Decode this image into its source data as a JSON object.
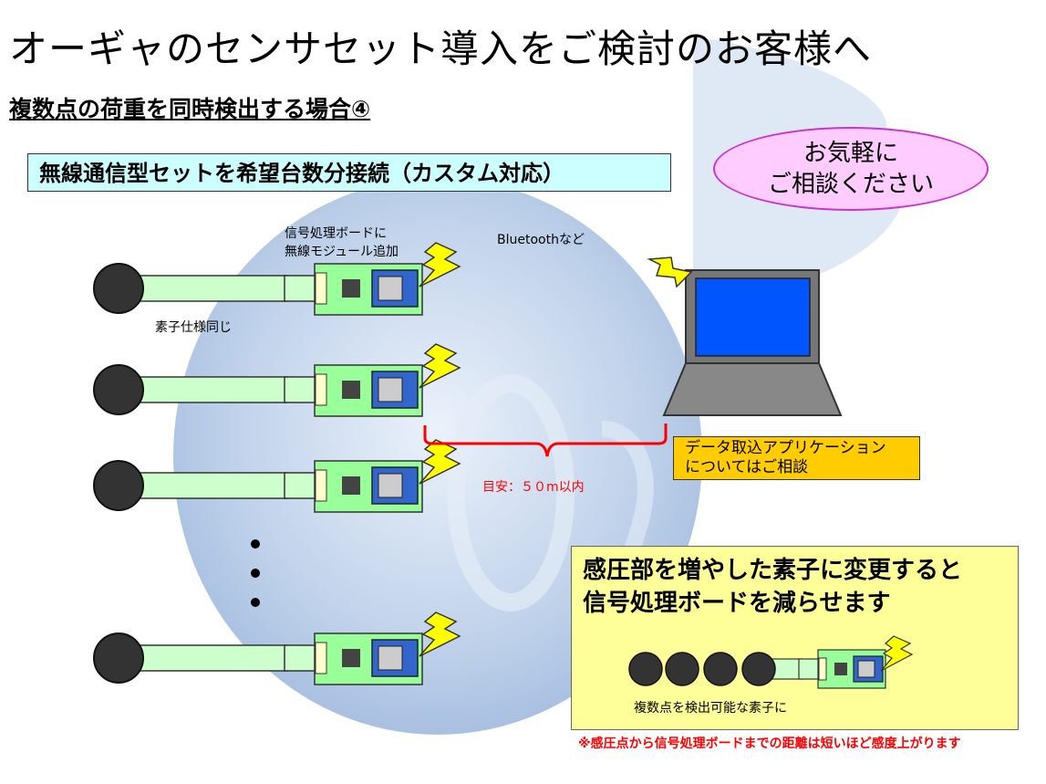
{
  "title": "オーギャのセンサセット導入をご検討のお客様へ",
  "subtitle": "複数点の荷重を同時検出する場合④",
  "set_banner": "無線通信型セットを希望台数分接続（カスタム対応）",
  "consult": {
    "line1": "お気軽に",
    "line2": "ご相談ください"
  },
  "board_label": {
    "line1": "信号処理ボードに",
    "line2": "無線モジュール追加"
  },
  "element_label": "素子仕様同じ",
  "wireless_label": "Bluetoothなど",
  "distance_label": "目安：５０m以内",
  "app_box": {
    "line1": "データ取込アプリケーション",
    "line2": "についてはご相談"
  },
  "reduce_box": {
    "line1": "感圧部を増やした素子に変更すると",
    "line2": "信号処理ボードを減らせます",
    "caption": "複数点を検出可能な素子に"
  },
  "note": "※感圧点から信号処理ボードまでの距離は短いほど感度上がります",
  "colors": {
    "sensor_tail": "#ccffcc",
    "board": "#99ff99",
    "module": "#3366cc",
    "lightning": "#ffff00",
    "screen": "#0055ff",
    "bracket": "#ff0000"
  },
  "icons": [
    "sensor-icon",
    "board-icon",
    "lightning-icon",
    "laptop-icon",
    "ellipsis-dots-icon"
  ]
}
